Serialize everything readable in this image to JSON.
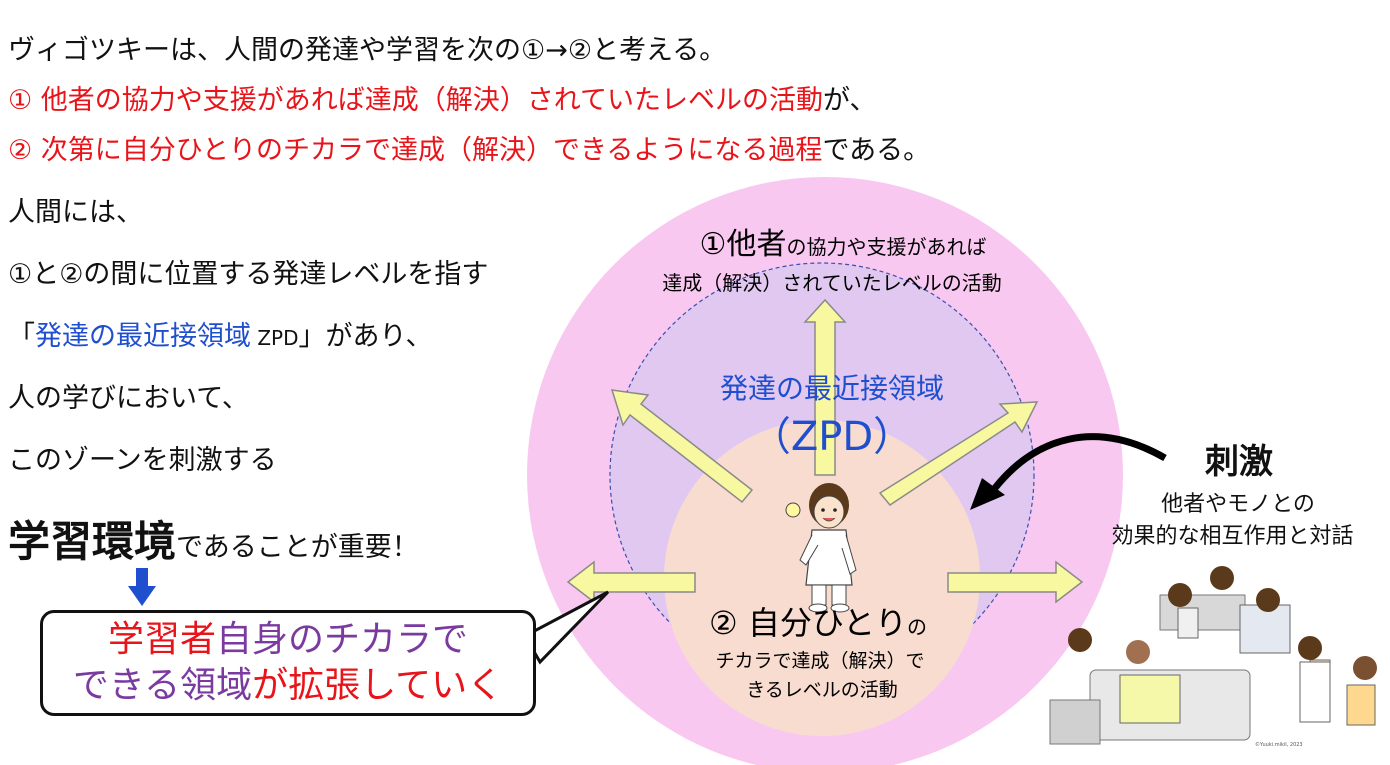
{
  "intro": {
    "line1": "ヴィゴツキーは、人間の発達や学習を次の①→②と考える。",
    "line2_red": "① 他者の協力や支援があれば達成（解決）されていたレベルの活動",
    "line2_tail": "が、",
    "line3_red": "② 次第に自分ひとりのチカラで達成（解決）できるようになる過程",
    "line3_tail": "である。"
  },
  "left": {
    "l1": "人間には、",
    "l2": "①と②の間に位置する発達レベルを指す",
    "l3_open": "「",
    "l3_blue": "発達の最近接領域",
    "l3_zpd": " ZPD",
    "l3_close": "」があり、",
    "l4": "人の学びにおいて、",
    "l5": "このゾーンを刺激する",
    "l6_big": "学習環境",
    "l6_rest": "であることが重要！"
  },
  "bubble": {
    "line1_red": "学習者",
    "line1_purple": "自身のチカラで",
    "line2_purple": "できる領域",
    "line2_red_mid": "が",
    "line2_red": "拡張していく"
  },
  "circle": {
    "outer_num": "①",
    "outer_big": "他者",
    "outer_small": "の協力や支援があれば",
    "outer_line2": "達成（解決）されていたレベルの活動",
    "zpd_title": "発達の最近接領域",
    "zpd_abbr": "（ZPD）",
    "inner_big": "② 自分ひとり",
    "inner_small": "の",
    "inner_line2": "チカラで達成（解決）で",
    "inner_line3": "きるレベルの活動"
  },
  "stimulus": {
    "title": "刺激",
    "line1": "他者やモノとの",
    "line2": "効果的な相互作用と対話"
  },
  "illustration": {
    "credit": "©Yuuki.mikiI, 2023"
  },
  "colors": {
    "outer_circle": "#f8c8f0",
    "middle_circle": "#e0c8f0",
    "inner_circle": "#f8dcd0",
    "arrow_fill": "#f8f8a0",
    "red": "#e8141a",
    "blue": "#1f4fcf",
    "purple": "#7a3aa0"
  }
}
